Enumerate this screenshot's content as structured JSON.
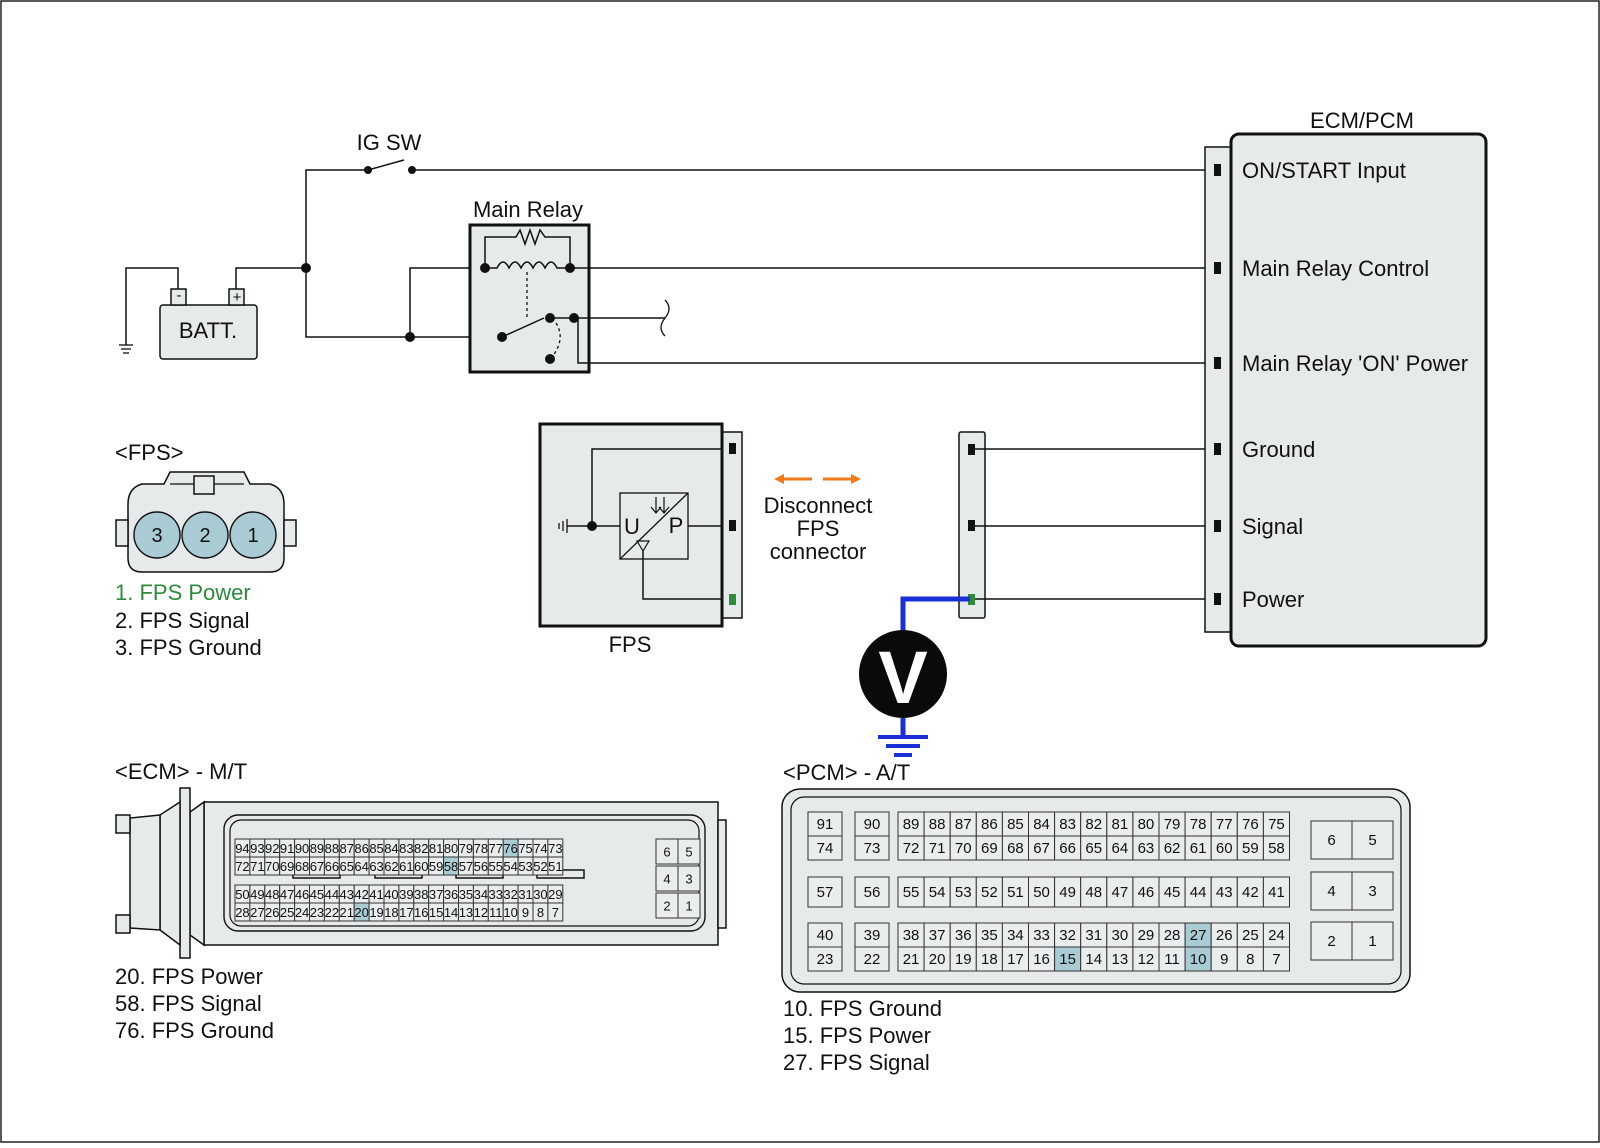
{
  "labels": {
    "ig_sw": "IG SW",
    "main_relay": "Main Relay",
    "batt": "BATT.",
    "batt_minus": "-",
    "batt_plus": "+",
    "ecm_pcm": "ECM/PCM",
    "fps_sensor": "FPS",
    "sensor_u": "U",
    "sensor_p": "P",
    "disconnect": [
      "Disconnect",
      "FPS",
      "connector"
    ],
    "voltmeter": "V"
  },
  "ecm_pins": [
    "ON/START Input",
    "Main Relay Control",
    "Main Relay 'ON' Power",
    "Ground",
    "Signal",
    "Power"
  ],
  "fps_connector": {
    "title": "<FPS>",
    "cavities": [
      "3",
      "2",
      "1"
    ],
    "legend": [
      "1. FPS Power",
      "2. FPS Signal",
      "3. FPS Ground"
    ],
    "highlight_color": "#2e8b3a"
  },
  "ecm_mt": {
    "title": "<ECM> - M/T",
    "legend": [
      "20. FPS Power",
      "58. FPS Signal",
      "76. FPS Ground"
    ],
    "highlight": [
      "20",
      "58",
      "76"
    ]
  },
  "pcm_at": {
    "title": "<PCM> - A/T",
    "legend": [
      "10. FPS Ground",
      "15. FPS Power",
      "27. FPS Signal"
    ],
    "highlight": [
      "10",
      "15",
      "27"
    ]
  },
  "colors": {
    "panel_fill": "#e6eaea",
    "pin_highlight": "#a9ccd4",
    "meter_wire": "#1a2fd6",
    "arrow": "#f07a1a",
    "terminal_green": "#2e8b3a"
  }
}
